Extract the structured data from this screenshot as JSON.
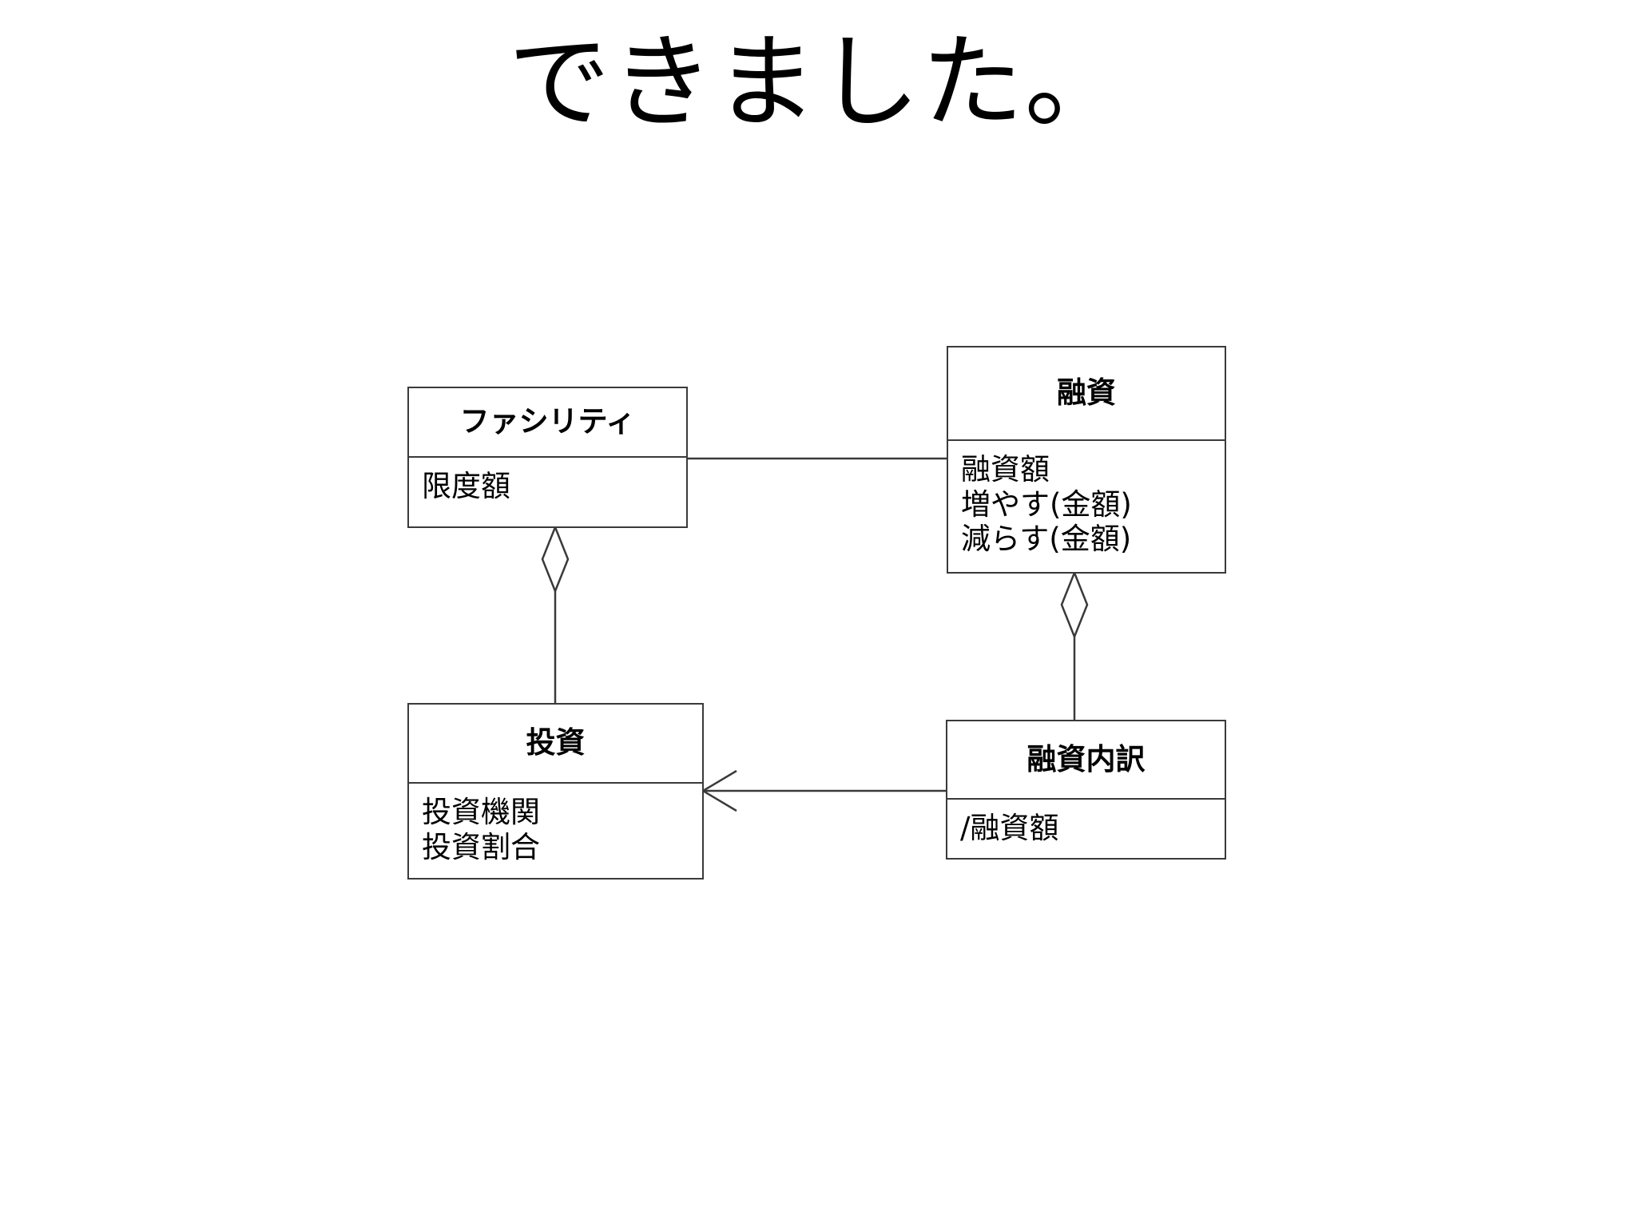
{
  "slide": {
    "title": "できました。",
    "background_color": "#ffffff",
    "line_color": "#3a3a3a",
    "text_color": "#000000"
  },
  "diagram": {
    "type": "uml-class-diagram",
    "classes": [
      {
        "id": "facility",
        "name": "ファシリティ",
        "attributes": [
          "限度額"
        ]
      },
      {
        "id": "loan",
        "name": "融資",
        "attributes": [
          "融資額",
          "増やす(金額)",
          "減らす(金額)"
        ]
      },
      {
        "id": "investment",
        "name": "投資",
        "attributes": [
          "投資機関",
          "投資割合"
        ]
      },
      {
        "id": "loan-detail",
        "name": "融資内訳",
        "attributes": [
          "/融資額"
        ]
      }
    ],
    "relationships": [
      {
        "id": "facility-loan",
        "from": "facility",
        "to": "loan",
        "kind": "association",
        "decoration": "none"
      },
      {
        "id": "facility-investment",
        "from": "facility",
        "to": "investment",
        "kind": "aggregation",
        "decoration": "hollow-diamond-at-facility"
      },
      {
        "id": "loan-loan-detail",
        "from": "loan",
        "to": "loan-detail",
        "kind": "aggregation",
        "decoration": "hollow-diamond-at-loan"
      },
      {
        "id": "loan-detail-investment",
        "from": "loan-detail",
        "to": "investment",
        "kind": "directed-association",
        "decoration": "open-arrowhead-at-investment"
      }
    ]
  }
}
